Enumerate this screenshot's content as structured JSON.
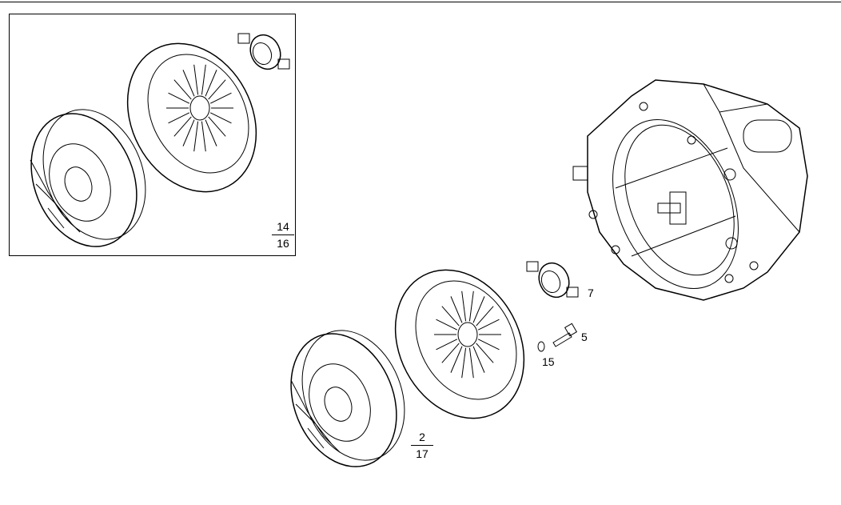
{
  "diagram": {
    "inset_callout": {
      "top": "14",
      "bottom": "16"
    },
    "callouts": [
      {
        "id": "release-bearing",
        "label": "7"
      },
      {
        "id": "bolt",
        "label": "5"
      },
      {
        "id": "washer",
        "label": "15"
      }
    ],
    "disc_callout": {
      "top": "2",
      "bottom": "17"
    }
  },
  "colors": {
    "line": "#000000",
    "background": "#ffffff"
  }
}
